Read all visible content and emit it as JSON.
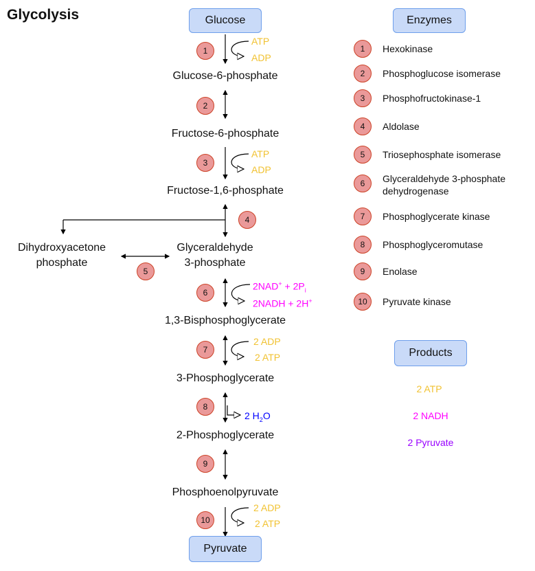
{
  "title": "Glycolysis",
  "colors": {
    "atp": "#f1c232",
    "nad": "#ff00ff",
    "water": "#0000ff",
    "pyruvate": "#9900ff",
    "circle": "#ea9999",
    "box": "#c9daf8"
  },
  "pathway": {
    "start": "Glucose",
    "g6p": "Glucose-6-phosphate",
    "f6p": "Fructose-6-phosphate",
    "f16p": "Fructose-1,6-phosphate",
    "dhap": [
      "Dihydroxyacetone",
      "phosphate"
    ],
    "g3p": [
      "Glyceraldehyde",
      "3-phosphate"
    ],
    "bpg": "1,3-Bisphosphoglycerate",
    "pg3": "3-Phosphoglycerate",
    "pg2": "2-Phosphoglycerate",
    "pep": "Phosphoenolpyruvate",
    "end": "Pyruvate"
  },
  "steps": [
    "1",
    "2",
    "3",
    "4",
    "5",
    "6",
    "7",
    "8",
    "9",
    "10"
  ],
  "side": {
    "s1_in": "ATP",
    "s1_out": "ADP",
    "s3_in": "ATP",
    "s3_out": "ADP",
    "s6_in": "2NAD",
    "s6_in_sup": "+",
    "s6_in_mid": " + 2P",
    "s6_in_sub": "i",
    "s6_out": "2NADH + 2H",
    "s6_out_sup": "+",
    "s7_in": "2 ADP",
    "s7_out": "2 ATP",
    "s8_pre": "2 H",
    "s8_sub": "2",
    "s8_post": "O",
    "s10_in": "2 ADP",
    "s10_out": "2 ATP"
  },
  "enzymes_header": "Enzymes",
  "enzymes": [
    {
      "n": "1",
      "name": "Hexokinase"
    },
    {
      "n": "2",
      "name": "Phosphoglucose isomerase"
    },
    {
      "n": "3",
      "name": "Phosphofructokinase-1"
    },
    {
      "n": "4",
      "name": "Aldolase"
    },
    {
      "n": "5",
      "name": "Triosephosphate isomerase"
    },
    {
      "n": "6",
      "name": "Glyceraldehyde 3-phosphate dehydrogenase"
    },
    {
      "n": "7",
      "name": "Phosphoglycerate kinase"
    },
    {
      "n": "8",
      "name": "Phosphoglyceromutase"
    },
    {
      "n": "9",
      "name": "Enolase"
    },
    {
      "n": "10",
      "name": "Pyruvate kinase"
    }
  ],
  "products_header": "Products",
  "products": [
    "2 ATP",
    "2 NADH",
    "2 Pyruvate"
  ]
}
